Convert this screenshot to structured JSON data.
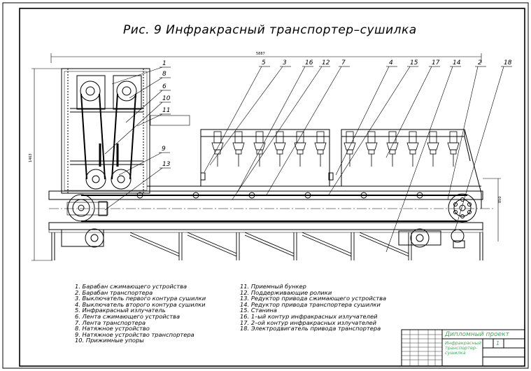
{
  "title": "Рис. 9  Инфракрасный  транспортер–сушилка",
  "dimensions": {
    "length": "5887",
    "height": "1463",
    "height2": "850"
  },
  "callouts": [
    "1",
    "8",
    "6",
    "10",
    "11",
    "9",
    "13",
    "5",
    "3",
    "16",
    "12",
    "7",
    "4",
    "15",
    "17",
    "14",
    "2",
    "18"
  ],
  "legend_left": [
    "1.  Барабан сжимающего устройства",
    "2.  Барабан транспортера",
    "3.  Выключатель первого контура сушилки",
    "4.  Выключатель второго контура сушилки",
    "5.  Инфракрасный излучатель",
    "6.  Лента сжимающего устройства",
    "7.  Лента транспортера",
    "8.  Натяжное устройство",
    "9.  Натяжное устройство транспортера",
    "10.  Прижимные упоры"
  ],
  "legend_right": [
    "11.  Приемный бункер",
    "12.  Поддерживающие ролики",
    "13.  Редуктор привода сжимающего устройства",
    "14.  Редуктор привода транспортера сушилки",
    "15.  Станина",
    "16.  1–ый контур инфракрасных излучателей",
    "17.  2–ой контур инфракрасных излучателей",
    "18.  Электродвигатель привода транспортера"
  ],
  "stamp": {
    "project": "Дипломный проект",
    "name_line1": "Инфракрасный",
    "name_line2": "транспортер-",
    "name_line3": "сушилка",
    "sheet": "1"
  },
  "colors": {
    "line": "#000000",
    "stamp_text": "#3fa85a"
  }
}
